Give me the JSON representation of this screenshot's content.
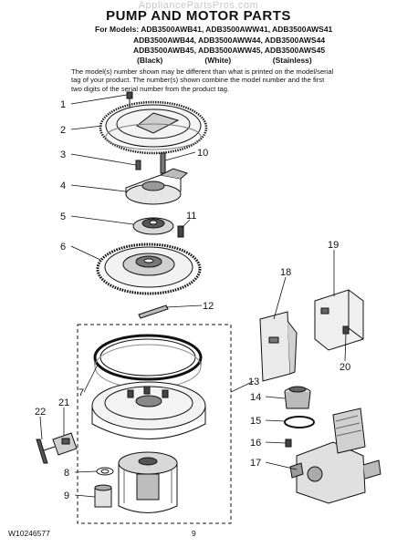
{
  "watermark": "AppliancePartsPros.com",
  "title": "PUMP AND MOTOR PARTS",
  "models": {
    "prefix": "For Models:",
    "line1": "ADB3500AWB41, ADB3500AWW41, ADB3500AWS41",
    "line2": "ADB3500AWB44, ADB3500AWW44, ADB3500AWS44",
    "line3": "ADB3500AWB45, ADB3500AWW45, ADB3500AWS45"
  },
  "colors": [
    "(Black)",
    "(White)",
    "(Stainless)"
  ],
  "note": "The model(s) number shown may be different than what is printed on the model/serial tag of your product. The number(s) shown combine the model number and the first two digits of the serial number from the product tag.",
  "callouts": [
    "1",
    "2",
    "3",
    "4",
    "5",
    "6",
    "7",
    "8",
    "9",
    "10",
    "11",
    "12",
    "13",
    "14",
    "15",
    "16",
    "17",
    "18",
    "19",
    "20",
    "21",
    "22"
  ],
  "footer": {
    "doc_number": "W10246577",
    "page": "9"
  }
}
